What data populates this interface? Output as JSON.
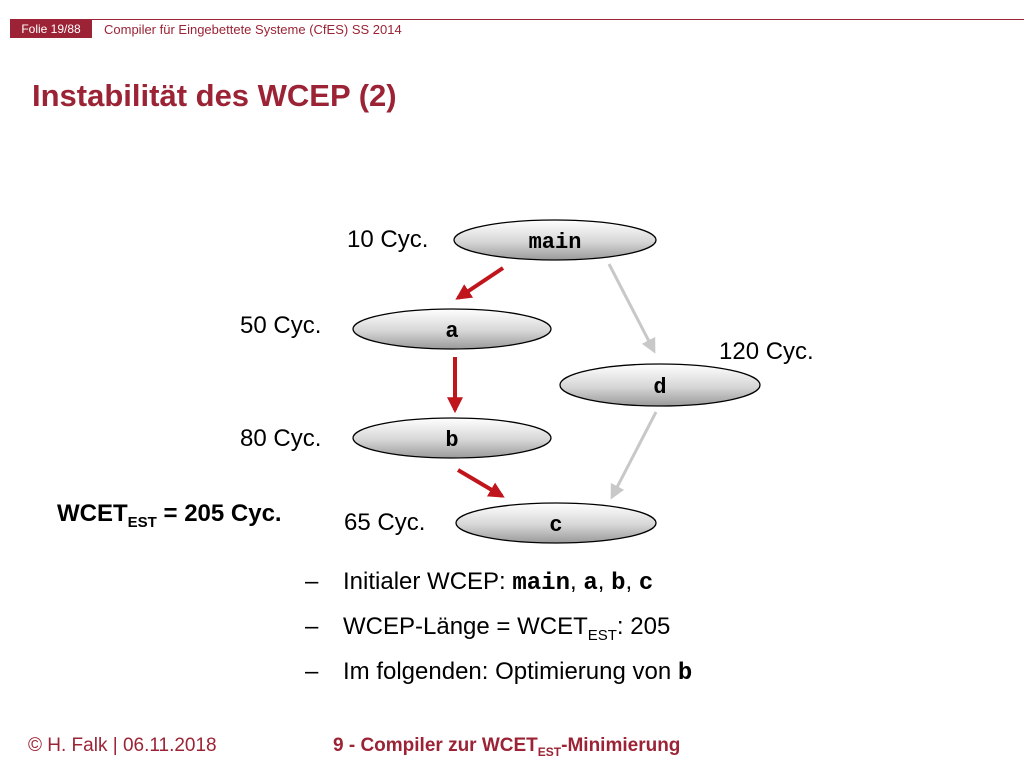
{
  "header": {
    "slide_number": "Folie 19/88",
    "course": "Compiler für Eingebettete Systeme (CfES) SS 2014"
  },
  "title": "Instabilität des WCEP (2)",
  "diagram": {
    "nodes": [
      {
        "id": "main",
        "label": "main",
        "cycles": "10 Cyc."
      },
      {
        "id": "a",
        "label": "a",
        "cycles": "50 Cyc."
      },
      {
        "id": "d",
        "label": "d",
        "cycles": "120 Cyc."
      },
      {
        "id": "b",
        "label": "b",
        "cycles": "80 Cyc."
      },
      {
        "id": "c",
        "label": "c",
        "cycles": "65 Cyc."
      }
    ],
    "edges": [
      {
        "from": "main",
        "to": "a",
        "on_wcep": true
      },
      {
        "from": "a",
        "to": "b",
        "on_wcep": true
      },
      {
        "from": "b",
        "to": "c",
        "on_wcep": true
      },
      {
        "from": "main",
        "to": "d",
        "on_wcep": false
      },
      {
        "from": "d",
        "to": "c",
        "on_wcep": false
      }
    ],
    "wcet_est": {
      "prefix": "WCET",
      "subscript": "EST",
      "suffix": " = 205 Cyc."
    }
  },
  "bullets": {
    "dash": "–",
    "item1": {
      "text": "Initialer WCEP: ",
      "f1": "main",
      "s1": ", ",
      "f2": "a",
      "s2": ", ",
      "f3": "b",
      "s3": ", ",
      "f4": "c"
    },
    "item2": {
      "prefix": "WCEP-Länge = WCET",
      "subscript": "EST",
      "suffix": ": 205"
    },
    "item3": {
      "text": "Im folgenden: Optimierung von ",
      "func": "b"
    }
  },
  "footer": {
    "author": "© H. Falk | 06.11.2018",
    "chapter_prefix": "9 - Compiler zur WCET",
    "chapter_subscript": "EST",
    "chapter_suffix": "-Minimierung"
  },
  "colors": {
    "accent": "#9b2335",
    "wcep_edge": "#c0151d",
    "other_edge": "#c8c8c8",
    "node_fill_light": "#ffffff",
    "node_fill_dark": "#9a9a9a"
  }
}
